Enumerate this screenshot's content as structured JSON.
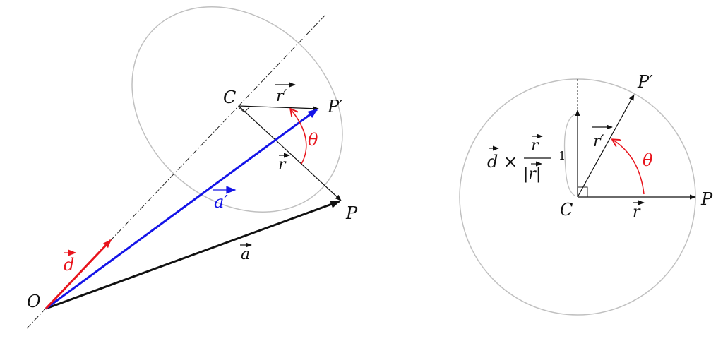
{
  "left": {
    "point_O": "O",
    "point_C": "C",
    "point_P": "P",
    "point_Pp": "P′",
    "vec_d": "d",
    "vec_a": "a",
    "vec_ap": "a′",
    "vec_r": "r",
    "vec_rp": "r′",
    "angle": "θ"
  },
  "right": {
    "point_C": "C",
    "point_P": "P",
    "point_Pp": "P′",
    "vec_r": "r",
    "vec_rp": "r′",
    "angle": "θ",
    "unit_one": "1",
    "formula_d": "d",
    "formula_times": "×",
    "formula_num": "r",
    "formula_den": "|r|"
  },
  "colors": {
    "black": "#111111",
    "red": "#e8141c",
    "blue": "#1414e8",
    "gray": "#c0c0c0"
  }
}
